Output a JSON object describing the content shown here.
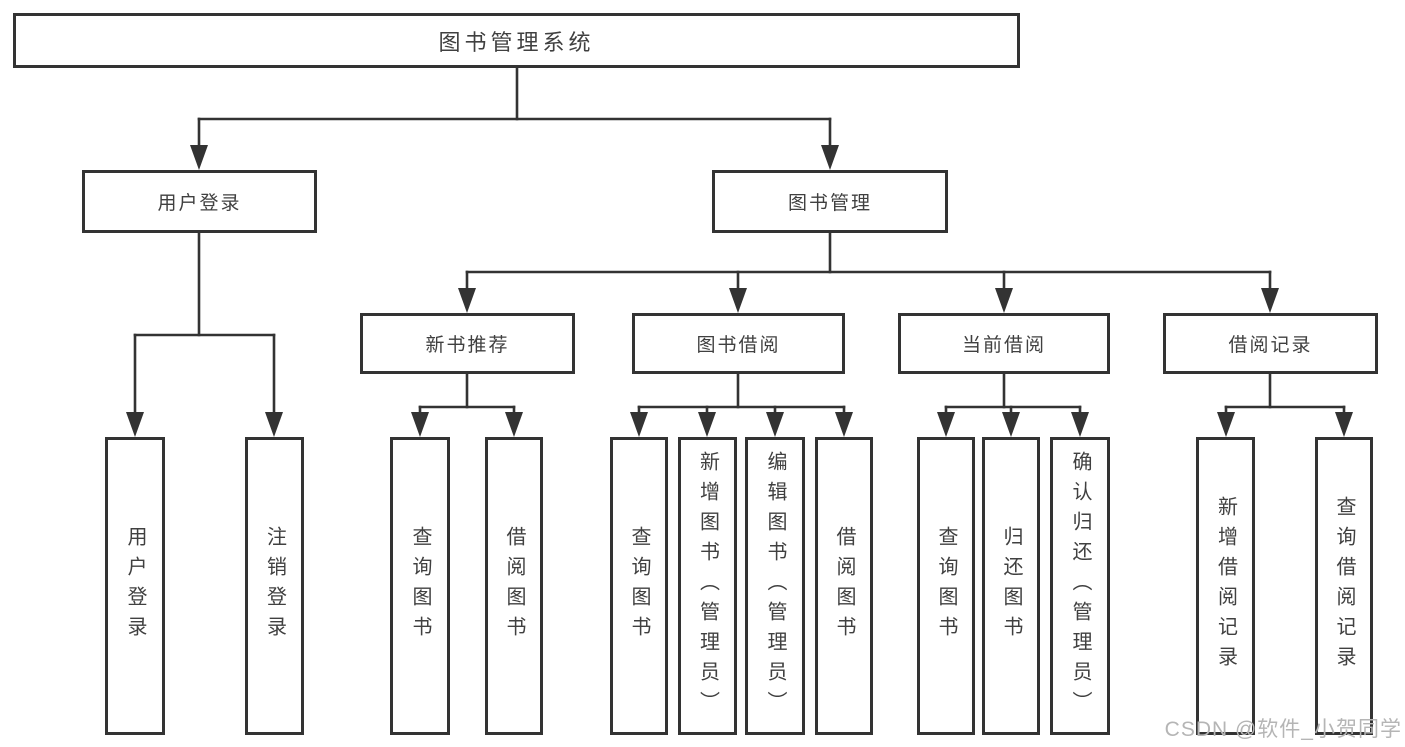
{
  "nodes": {
    "root": "图书管理系统",
    "user_login": "用户登录",
    "book_mgmt": "图书管理",
    "new_books": "新书推荐",
    "book_borrow": "图书借阅",
    "current_borrow": "当前借阅",
    "borrow_records": "借阅记录"
  },
  "leaves": {
    "user_login": [
      "用户登录",
      "注销登录"
    ],
    "new_books": [
      "查询图书",
      "借阅图书"
    ],
    "book_borrow": [
      "查询图书",
      "新增图书（管理员）",
      "编辑图书（管理员）",
      "借阅图书"
    ],
    "current_borrow": [
      "查询图书",
      "归还图书",
      "确认归还（管理员）"
    ],
    "borrow_records": [
      "新增借阅记录",
      "查询借阅记录"
    ]
  },
  "watermark": "CSDN @软件_小贺同学",
  "colors": {
    "line": "#333333",
    "text": "#404040",
    "wm": "#b5b5b5",
    "bg": "#ffffff"
  }
}
